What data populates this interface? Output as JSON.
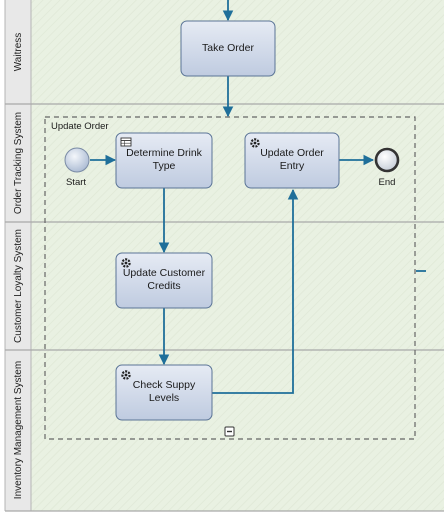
{
  "lanes": [
    {
      "label": "Waitress"
    },
    {
      "label": "Order Tracking System"
    },
    {
      "label": "Customer Loyalty System"
    },
    {
      "label": "Inventory Management System"
    }
  ],
  "subprocess": {
    "label": "Update Order"
  },
  "tasks": {
    "take_order": {
      "line1": "Take Order"
    },
    "determine_drink": {
      "line1": "Determine Drink",
      "line2": "Type"
    },
    "update_order_entry": {
      "line1": "Update Order",
      "line2": "Entry"
    },
    "update_customer_credits": {
      "line1": "Update Customer",
      "line2": "Credits"
    },
    "check_supply": {
      "line1": "Check Suppy",
      "line2": "Levels"
    }
  },
  "events": {
    "start": {
      "label": "Start"
    },
    "end": {
      "label": "End"
    }
  },
  "colors": {
    "flow": "#1f6f9a",
    "task_fill_top": "#e6ebf4",
    "task_fill_bottom": "#bfcbe0",
    "lane_fill": "#e9f1e2"
  }
}
